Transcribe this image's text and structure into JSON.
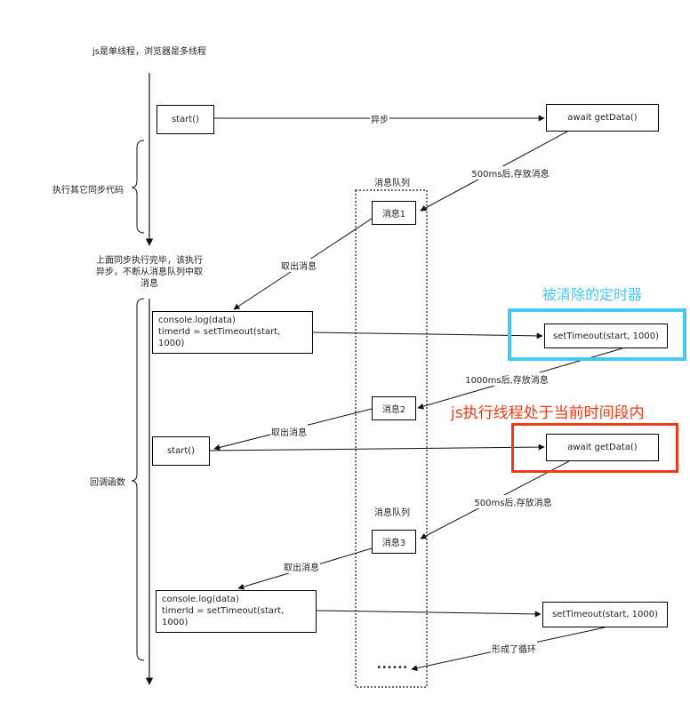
{
  "intro": "js是单线程，浏览器是多线程",
  "side_labels": {
    "other_sync": "执行其它同步代码",
    "after_sync": "上面同步执行完毕，该执行\n异步，不断从消息队列中取\n消息",
    "callbacks": "回调函数"
  },
  "queue_labels": {
    "top": "消息队列",
    "middle": "消息队列"
  },
  "left_boxes": {
    "start_1": "start()",
    "console_1": "console.log(data)\ntimerId = setTimeout(start,\n1000)",
    "start_2": "start()",
    "console_2": "console.log(data)\ntimerId = setTimeout(start,\n1000)"
  },
  "messages": {
    "msg_1": "消息1",
    "msg_2": "消息2",
    "msg_3": "消息3",
    "ellipsis": "••••••"
  },
  "right_boxes": {
    "await_1": "await getData()",
    "timeout_1": "setTimeout(start, 1000)",
    "await_2": "await getData()",
    "timeout_2": "setTimeout(start, 1000)"
  },
  "arrow_labels": {
    "async": "异步",
    "store_500_1": "500ms后,存放消息",
    "take_1": "取出消息",
    "store_1000": "1000ms后,存放消息",
    "take_2": "取出消息",
    "store_500_2": "500ms后,存放消息",
    "take_3": "取出消息",
    "loop": "形成了循环"
  },
  "highlights": {
    "cleared": {
      "title": "被清除的定时器",
      "color": "#45c8f5"
    },
    "current": {
      "title": "js执行线程处于当前时间段内",
      "color": "#f03a17"
    }
  }
}
